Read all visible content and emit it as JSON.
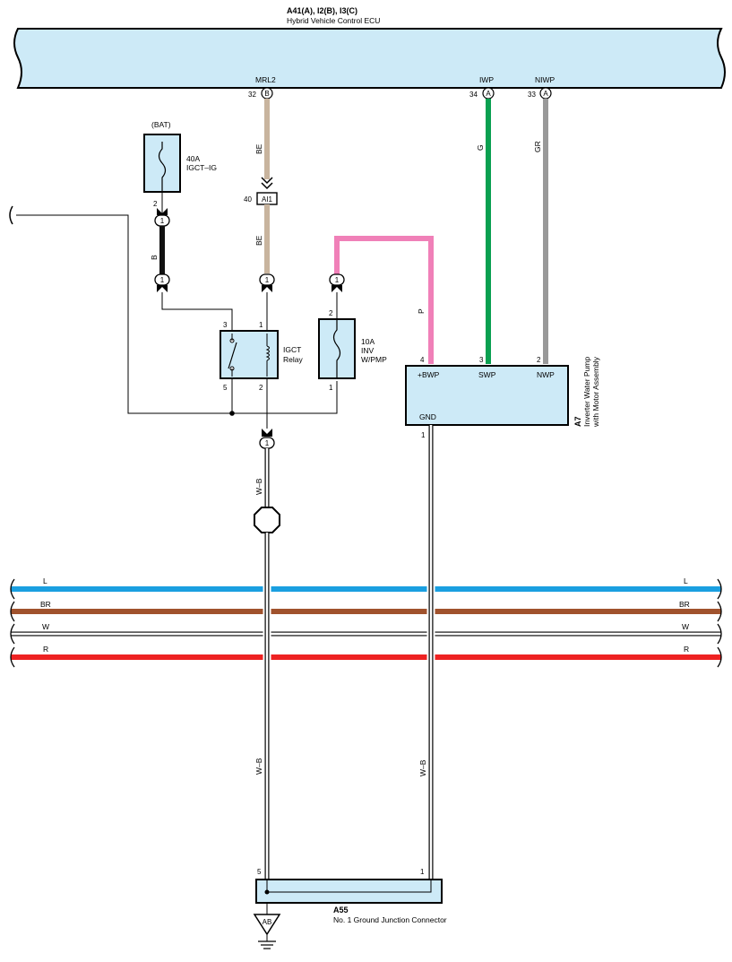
{
  "ecu": {
    "connector_title": "A41(A), I2(B), I3(C)",
    "name": "Hybrid Vehicle Control ECU",
    "terminals": [
      {
        "name": "MRL2",
        "pin": "32",
        "connector": "B"
      },
      {
        "name": "IWP",
        "pin": "34",
        "connector": "A"
      },
      {
        "name": "NIWP",
        "pin": "33",
        "connector": "A"
      }
    ]
  },
  "fuse_bat": {
    "source": "(BAT)",
    "rating": "40A",
    "name": "IGCT–IG",
    "pin_out": "2"
  },
  "fuse_inv": {
    "rating": "10A",
    "name_line1": "INV",
    "name_line2": "W/PMP",
    "pin_in": "2",
    "pin_out": "1"
  },
  "relay": {
    "name_line1": "IGCT",
    "name_line2": "Relay",
    "pins": {
      "top_left": "3",
      "top_right": "1",
      "bottom_left": "5",
      "bottom_right": "2"
    }
  },
  "junction": {
    "pin": "40",
    "label": "AI1"
  },
  "connectors_one": "1",
  "wires": {
    "be": "BE",
    "b": "B",
    "p": "P",
    "g": "G",
    "gr": "GR",
    "wb": "W–B"
  },
  "pump": {
    "code": "A7",
    "name_line1": "Inverter Water Pump",
    "name_line2": "with Motor Assembly",
    "pins": [
      {
        "label": "+BWP",
        "pin": "4"
      },
      {
        "label": "SWP",
        "pin": "3"
      },
      {
        "label": "NWP",
        "pin": "2"
      }
    ],
    "gnd_label": "GND",
    "gnd_pin": "1"
  },
  "bus": [
    {
      "label": "L",
      "color": "#1a9fe0"
    },
    {
      "label": "BR",
      "color": "#a0522d"
    },
    {
      "label": "W",
      "color": "#ffffff"
    },
    {
      "label": "R",
      "color": "#ee2222"
    }
  ],
  "ground_connector": {
    "code": "A55",
    "name": "No. 1 Ground Junction Connector",
    "pin_left": "5",
    "pin_right": "1",
    "ground_point": "AB"
  },
  "colors": {
    "ecu_fill": "#cdeaf7",
    "box_fill": "#cdeaf7",
    "wire_be": "#c8b49e",
    "wire_b": "#111111",
    "wire_p": "#f080b8",
    "wire_g": "#0aa050",
    "wire_gr": "#999999"
  }
}
